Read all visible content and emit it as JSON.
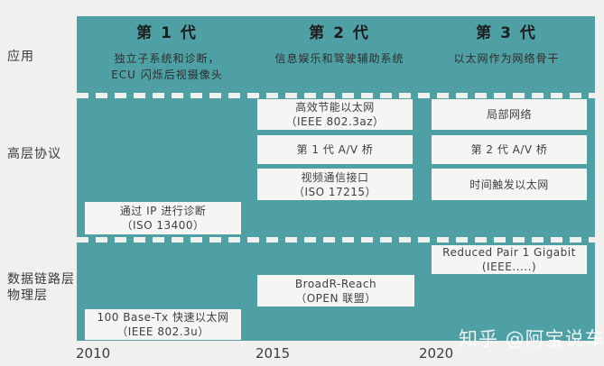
{
  "colors": {
    "panel_teal": "#4fa0a4",
    "background": "#f0f0ee",
    "box_background": "#f5f6f3",
    "box_text": "#3e3e3e"
  },
  "rows": {
    "application": "应用",
    "high_protocol": "高层协议",
    "datalink_line1": "数据链路层",
    "datalink_line2": "物理层"
  },
  "generations": [
    {
      "title": "第 1 代",
      "desc_lines": [
        "独立子系统和诊断，",
        "ECU 闪烁后视摄像头"
      ]
    },
    {
      "title": "第 2 代",
      "desc_lines": [
        "信息娱乐和驾驶辅助系统"
      ]
    },
    {
      "title": "第 3 代",
      "desc_lines": [
        "以太网作为网络骨干"
      ]
    }
  ],
  "protocol": {
    "gen1": [
      {
        "line1": "通过 IP 进行诊断",
        "line2": "（ISO 13400）"
      }
    ],
    "gen2": [
      {
        "line1": "高效节能以太网",
        "line2": "（IEEE 802.3az）"
      },
      {
        "line1": "第 1 代 A/V 桥",
        "line2": ""
      },
      {
        "line1": "视频通信接口",
        "line2": "（ISO 17215）"
      }
    ],
    "gen3": [
      {
        "line1": "局部网络",
        "line2": ""
      },
      {
        "line1": "第 2 代 A/V 桥",
        "line2": ""
      },
      {
        "line1": "时间触发以太网",
        "line2": ""
      }
    ]
  },
  "physical": {
    "gen1": {
      "line1": "100 Base-Tx 快速以太网",
      "line2": "（IEEE 802.3u）"
    },
    "gen2": {
      "line1": "BroadR-Reach",
      "line2": "（OPEN 联盟）"
    },
    "gen3": {
      "line1": "Reduced Pair 1 Gigabit",
      "line2": "(IEEE.....)"
    }
  },
  "timeline": [
    "2010",
    "2015",
    "2020"
  ],
  "watermark": "知乎 @阿宝说车"
}
